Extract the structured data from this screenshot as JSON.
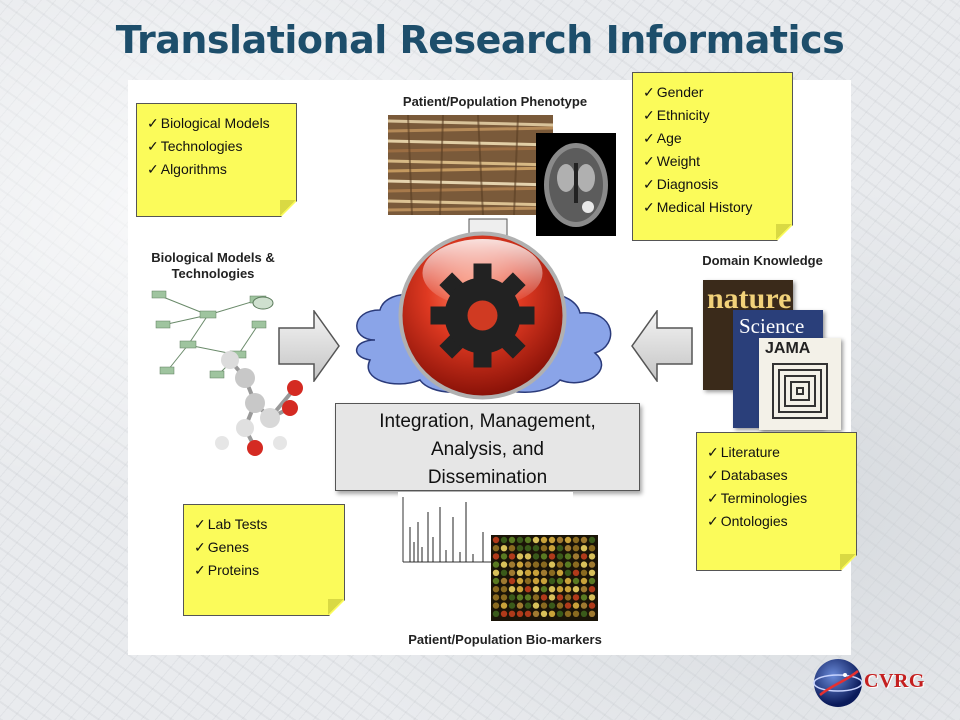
{
  "title": "Translational Research Informatics",
  "section_labels": {
    "phenotype": "Patient/Population Phenotype",
    "bio_models_line1": "Biological Models &",
    "bio_models_line2": "Technologies",
    "domain_knowledge": "Domain Knowledge",
    "biomarkers": "Patient/Population Bio-markers"
  },
  "notes": {
    "bio_models": [
      "Biological Models",
      "Technologies",
      "Algorithms"
    ],
    "phenotype": [
      "Gender",
      "Ethnicity",
      "Age",
      "Weight",
      "Diagnosis",
      "Medical History"
    ],
    "biomarkers": [
      "Lab Tests",
      "Genes",
      "Proteins"
    ],
    "domain": [
      "Literature",
      "Databases",
      "Terminologies",
      "Ontologies"
    ]
  },
  "center_box": {
    "line1": "Integration, Management,",
    "line2": "Analysis, and",
    "line3": "Dissemination"
  },
  "journals": {
    "nature": "nature",
    "science": "Science",
    "jama": "JAMA"
  },
  "logo_text": "CVRG",
  "icons": [
    "gear-icon",
    "brain-scan-icon",
    "molecule-icon",
    "cloud-icon",
    "arrow-right-icon",
    "arrow-left-icon",
    "logo-globe-icon"
  ],
  "colors": {
    "title": "#1d4e6b",
    "note_fill": "#fbfb5a",
    "cloud_fill": "#8aa4e8",
    "gear_button": "#d02a1a",
    "logo_text": "#c41f1f"
  }
}
